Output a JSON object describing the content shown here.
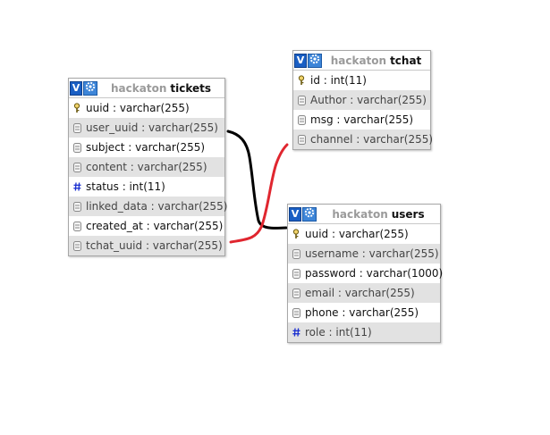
{
  "colors": {
    "relation_black": "#000000",
    "relation_red": "#e0262f",
    "header_v_button": "#1a5fc4",
    "header_gear_button": "#3d85d8",
    "alt_row": "#e2e2e2",
    "int_hash": "#1a2fd0"
  },
  "tables": {
    "tickets": {
      "db": "hackaton",
      "name": "tickets",
      "v_label": "V",
      "columns": [
        {
          "label": "uuid : varchar(255)",
          "icon": "key-icon"
        },
        {
          "label": "user_uuid : varchar(255)",
          "icon": "column-icon"
        },
        {
          "label": "subject : varchar(255)",
          "icon": "column-icon"
        },
        {
          "label": "content : varchar(255)",
          "icon": "column-icon"
        },
        {
          "label": "status : int(11)",
          "icon": "hash-icon"
        },
        {
          "label": "linked_data : varchar(255)",
          "icon": "column-icon"
        },
        {
          "label": "created_at : varchar(255)",
          "icon": "column-icon"
        },
        {
          "label": "tchat_uuid : varchar(255)",
          "icon": "column-icon"
        }
      ]
    },
    "tchat": {
      "db": "hackaton",
      "name": "tchat",
      "v_label": "V",
      "columns": [
        {
          "label": "id : int(11)",
          "icon": "key-icon"
        },
        {
          "label": "Author : varchar(255)",
          "icon": "column-icon"
        },
        {
          "label": "msg : varchar(255)",
          "icon": "column-icon"
        },
        {
          "label": "channel : varchar(255)",
          "icon": "column-icon"
        }
      ]
    },
    "users": {
      "db": "hackaton",
      "name": "users",
      "v_label": "V",
      "columns": [
        {
          "label": "uuid : varchar(255)",
          "icon": "key-icon"
        },
        {
          "label": "username : varchar(255)",
          "icon": "column-icon"
        },
        {
          "label": "password : varchar(1000)",
          "icon": "column-icon"
        },
        {
          "label": "email : varchar(255)",
          "icon": "column-icon"
        },
        {
          "label": "phone : varchar(255)",
          "icon": "column-icon"
        },
        {
          "label": "role : int(11)",
          "icon": "hash-icon"
        }
      ]
    }
  }
}
